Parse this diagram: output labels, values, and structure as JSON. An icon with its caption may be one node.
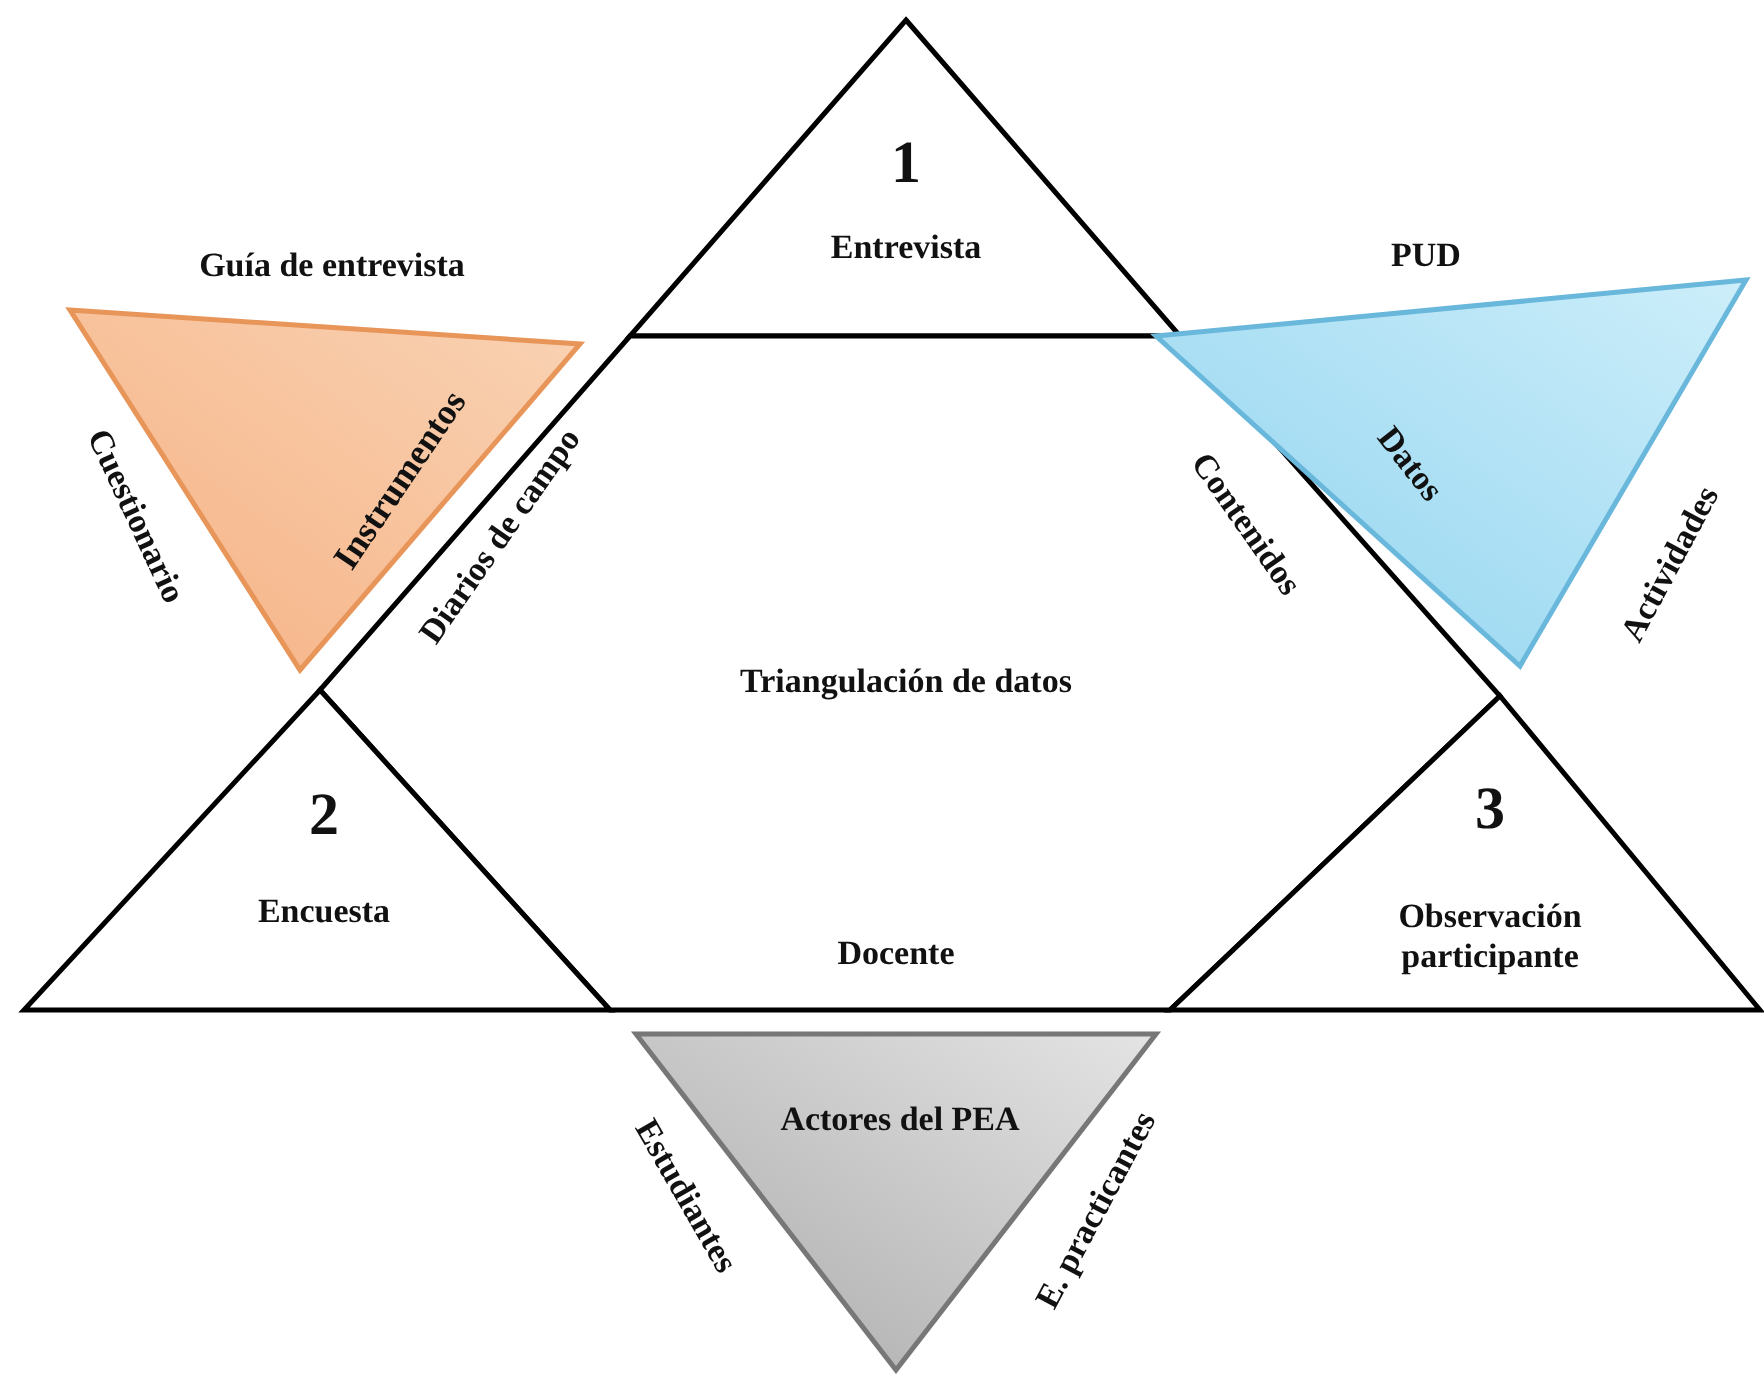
{
  "diagram": {
    "nodes": [
      {
        "text": [
          "1",
          "Entrevista"
        ]
      },
      {
        "text": [
          "Instrumentos"
        ],
        "beside": [
          "Guía de entrevista",
          "Cuestionario"
        ]
      },
      {
        "text": [
          "Diarios de campo",
          "Contenidos",
          "Triangulación de datos",
          "Docente"
        ]
      },
      {
        "text": [
          "Datos"
        ],
        "beside": [
          "PUD",
          "Actividades"
        ]
      },
      {
        "text": [
          "2",
          "Encuesta"
        ]
      },
      {
        "text": [
          "3",
          "Observación participante"
        ]
      },
      {
        "text": [
          "Actores del PEA"
        ],
        "beside": [
          "Estudiantes",
          "E. practicantes"
        ]
      }
    ],
    "edges": []
  }
}
